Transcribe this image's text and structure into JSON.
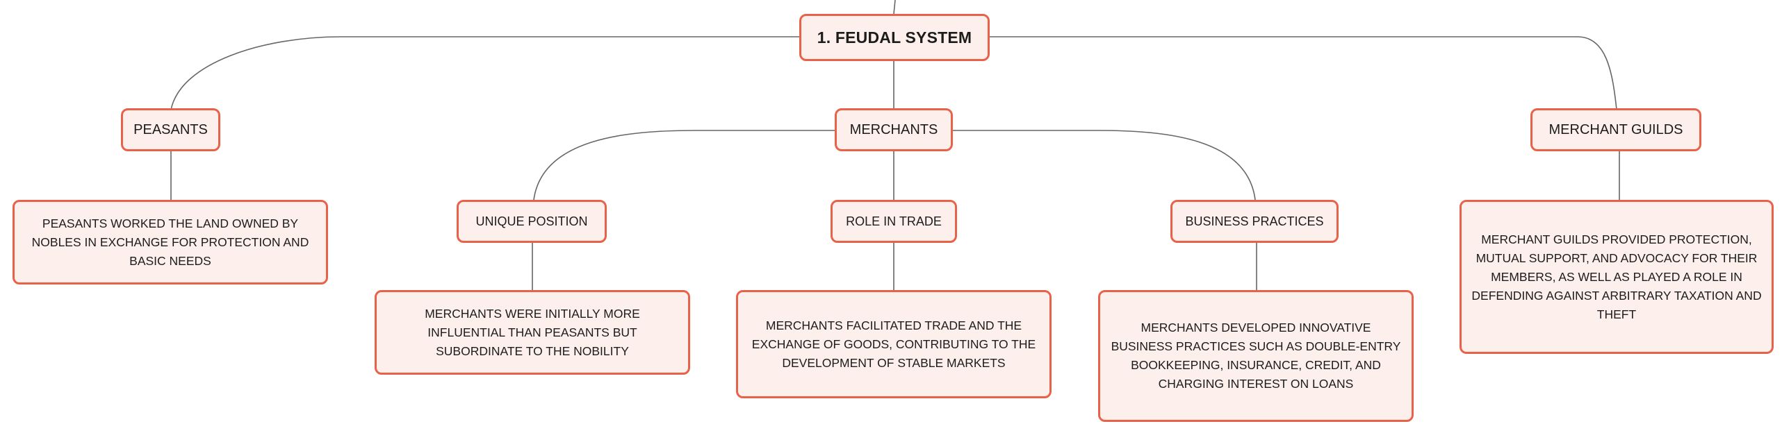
{
  "colors": {
    "node_fill": "#fdf0ec",
    "node_border": "#e8624a",
    "connector": "#666666"
  },
  "root": {
    "label": "1. FEUDAL SYSTEM"
  },
  "peasants": {
    "label": "PEASANTS",
    "detail": "PEASANTS WORKED THE LAND OWNED BY NOBLES IN EXCHANGE FOR PROTECTION AND BASIC NEEDS"
  },
  "merchants": {
    "label": "MERCHANTS",
    "unique_position": {
      "label": "UNIQUE POSITION",
      "detail": "MERCHANTS WERE INITIALLY MORE INFLUENTIAL THAN PEASANTS BUT SUBORDINATE TO THE NOBILITY"
    },
    "role_in_trade": {
      "label": "ROLE IN TRADE",
      "detail": "MERCHANTS FACILITATED TRADE AND THE EXCHANGE OF GOODS, CONTRIBUTING TO THE DEVELOPMENT OF STABLE MARKETS"
    },
    "business_practices": {
      "label": "BUSINESS PRACTICES",
      "detail": "MERCHANTS DEVELOPED INNOVATIVE BUSINESS PRACTICES SUCH AS DOUBLE-ENTRY BOOKKEEPING, INSURANCE, CREDIT, AND CHARGING INTEREST ON LOANS"
    }
  },
  "guilds": {
    "label": "MERCHANT GUILDS",
    "detail": "MERCHANT GUILDS PROVIDED PROTECTION, MUTUAL SUPPORT, AND ADVOCACY FOR THEIR MEMBERS, AS WELL AS PLAYED A ROLE IN DEFENDING AGAINST ARBITRARY TAXATION AND THEFT"
  }
}
